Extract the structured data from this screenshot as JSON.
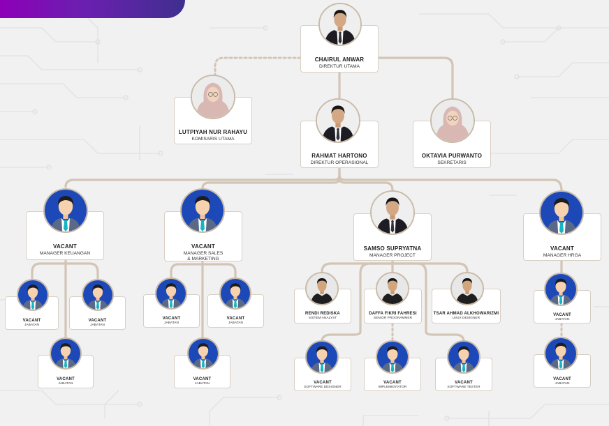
{
  "colors": {
    "line": "#d2c5b5",
    "accent": "#7d10b5",
    "avatar_bg": "#1c48b8",
    "card_border": "#d8cfc4"
  },
  "nodes": [
    {
      "id": "chairul",
      "name": "CHAIRUL ANWAR",
      "role": "DIREKTUR UTAMA",
      "photo": "man-suit-icon"
    },
    {
      "id": "lutpiyah",
      "name": "LUTPIYAH NUR RAHAYU",
      "role": "KOMISARIS UTAMA",
      "photo": "woman-hijab-icon"
    },
    {
      "id": "rahmat",
      "name": "RAHMAT HARTONO",
      "role": "DIREKTUR OPERASIONAL",
      "photo": "man-suit-icon"
    },
    {
      "id": "oktavia",
      "name": "OKTAVIA PURWANTO",
      "role": "SEKRETARIS",
      "photo": "woman-hijab-icon"
    },
    {
      "id": "mgr_keu",
      "name": "VACANT",
      "role": "MANAGER KEUANGAN",
      "photo": "placeholder-avatar-icon"
    },
    {
      "id": "mgr_sales",
      "name": "VACANT",
      "role": "MANAGER SALES\n& MARKETING",
      "photo": "placeholder-avatar-icon"
    },
    {
      "id": "samso",
      "name": "SAMSO SUPRYATNA",
      "role": "MANAGER PROJECT",
      "photo": "man-suit-icon"
    },
    {
      "id": "mgr_hrga",
      "name": "VACANT",
      "role": "MANAGER HRGA",
      "photo": "placeholder-avatar-icon"
    },
    {
      "id": "k1",
      "name": "VACANT",
      "role": "JABATAN",
      "photo": "placeholder-avatar-icon"
    },
    {
      "id": "k2",
      "name": "VACANT",
      "role": "JABATAN",
      "photo": "placeholder-avatar-icon"
    },
    {
      "id": "k3",
      "name": "VACANT",
      "role": "JABATAN",
      "photo": "placeholder-avatar-icon"
    },
    {
      "id": "s1",
      "name": "VACANT",
      "role": "JABATAN",
      "photo": "placeholder-avatar-icon"
    },
    {
      "id": "s2",
      "name": "VACANT",
      "role": "JABATAN",
      "photo": "placeholder-avatar-icon"
    },
    {
      "id": "s3",
      "name": "VACANT",
      "role": "JABATAN",
      "photo": "placeholder-avatar-icon"
    },
    {
      "id": "rendi",
      "name": "RENDI REDISKA",
      "role": "SISTEM ANALYST",
      "photo": "man-casual-icon"
    },
    {
      "id": "daffa",
      "name": "DAFFA FIKRI FAHRESI",
      "role": "SENIOR PROGRAMMER",
      "photo": "man-casual-icon"
    },
    {
      "id": "tsar",
      "name": "TSAR AHMAD ALKHOWARIZMI",
      "role": "UI/UX DESIGNER",
      "photo": "man-casual-icon"
    },
    {
      "id": "p1",
      "name": "VACANT",
      "role": "SOFTWARE DESIGNER",
      "photo": "placeholder-avatar-icon"
    },
    {
      "id": "p2",
      "name": "VACANT",
      "role": "IMPLEMENTATOR",
      "photo": "placeholder-avatar-icon"
    },
    {
      "id": "p3",
      "name": "VACANT",
      "role": "SOFTWARE TESTER",
      "photo": "placeholder-avatar-icon"
    },
    {
      "id": "h1",
      "name": "VACANT",
      "role": "JABATAN",
      "photo": "placeholder-avatar-icon"
    },
    {
      "id": "h2",
      "name": "VACANT",
      "role": "JABATAN",
      "photo": "placeholder-avatar-icon"
    }
  ]
}
